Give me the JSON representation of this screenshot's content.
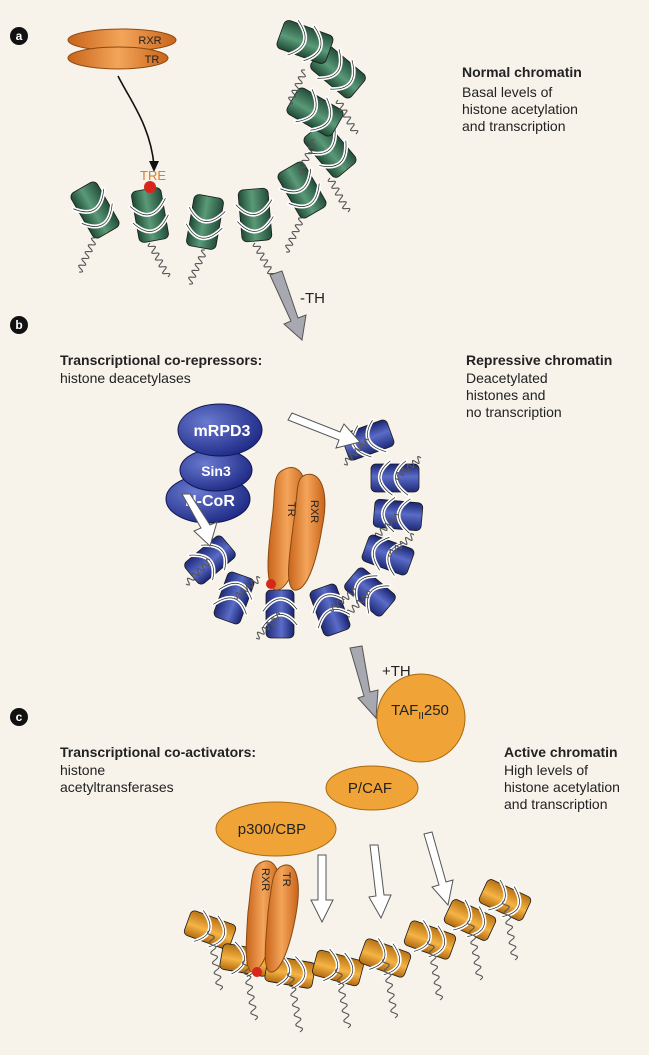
{
  "panels": {
    "a": {
      "badge": "a",
      "title": "Normal chromatin",
      "desc": "Basal levels of\nhistone acetylation\nand transcription",
      "rxr": "RXR",
      "tr": "TR",
      "tre": "TRE"
    },
    "arrow_ab": {
      "label": "-TH"
    },
    "b": {
      "badge": "b",
      "left_title": "Transcriptional co-repressors:",
      "left_desc": "histone deacetylases",
      "title": "Repressive chromatin",
      "desc": "Deacetylated\nhistones and\nno transcription",
      "mrpd3": "mRPD3",
      "sin3": "Sin3",
      "ncor": "N-CoR",
      "tr": "TR",
      "rxr": "RXR"
    },
    "arrow_bc": {
      "label": "+TH"
    },
    "c": {
      "badge": "c",
      "left_title": "Transcriptional co-activators:",
      "left_desc": "histone\nacetyltransferases",
      "title": "Active chromatin",
      "desc": "High levels of\nhistone acetylation\nand transcription",
      "taf_main": "TAF",
      "taf_sub": "II",
      "taf_num": "250",
      "pcaf": "P/CAF",
      "p300": "p300/CBP",
      "rxr": "RXR",
      "tr": "TR"
    }
  },
  "colors": {
    "background": "#f7f3ea",
    "green": "#3f7a5c",
    "blue": "#2f3f9a",
    "orange": "#f0a437",
    "receptor_orange": "#ec8e3a",
    "tre_red": "#d8261b",
    "arrow_grey": "#a8a8b0"
  }
}
